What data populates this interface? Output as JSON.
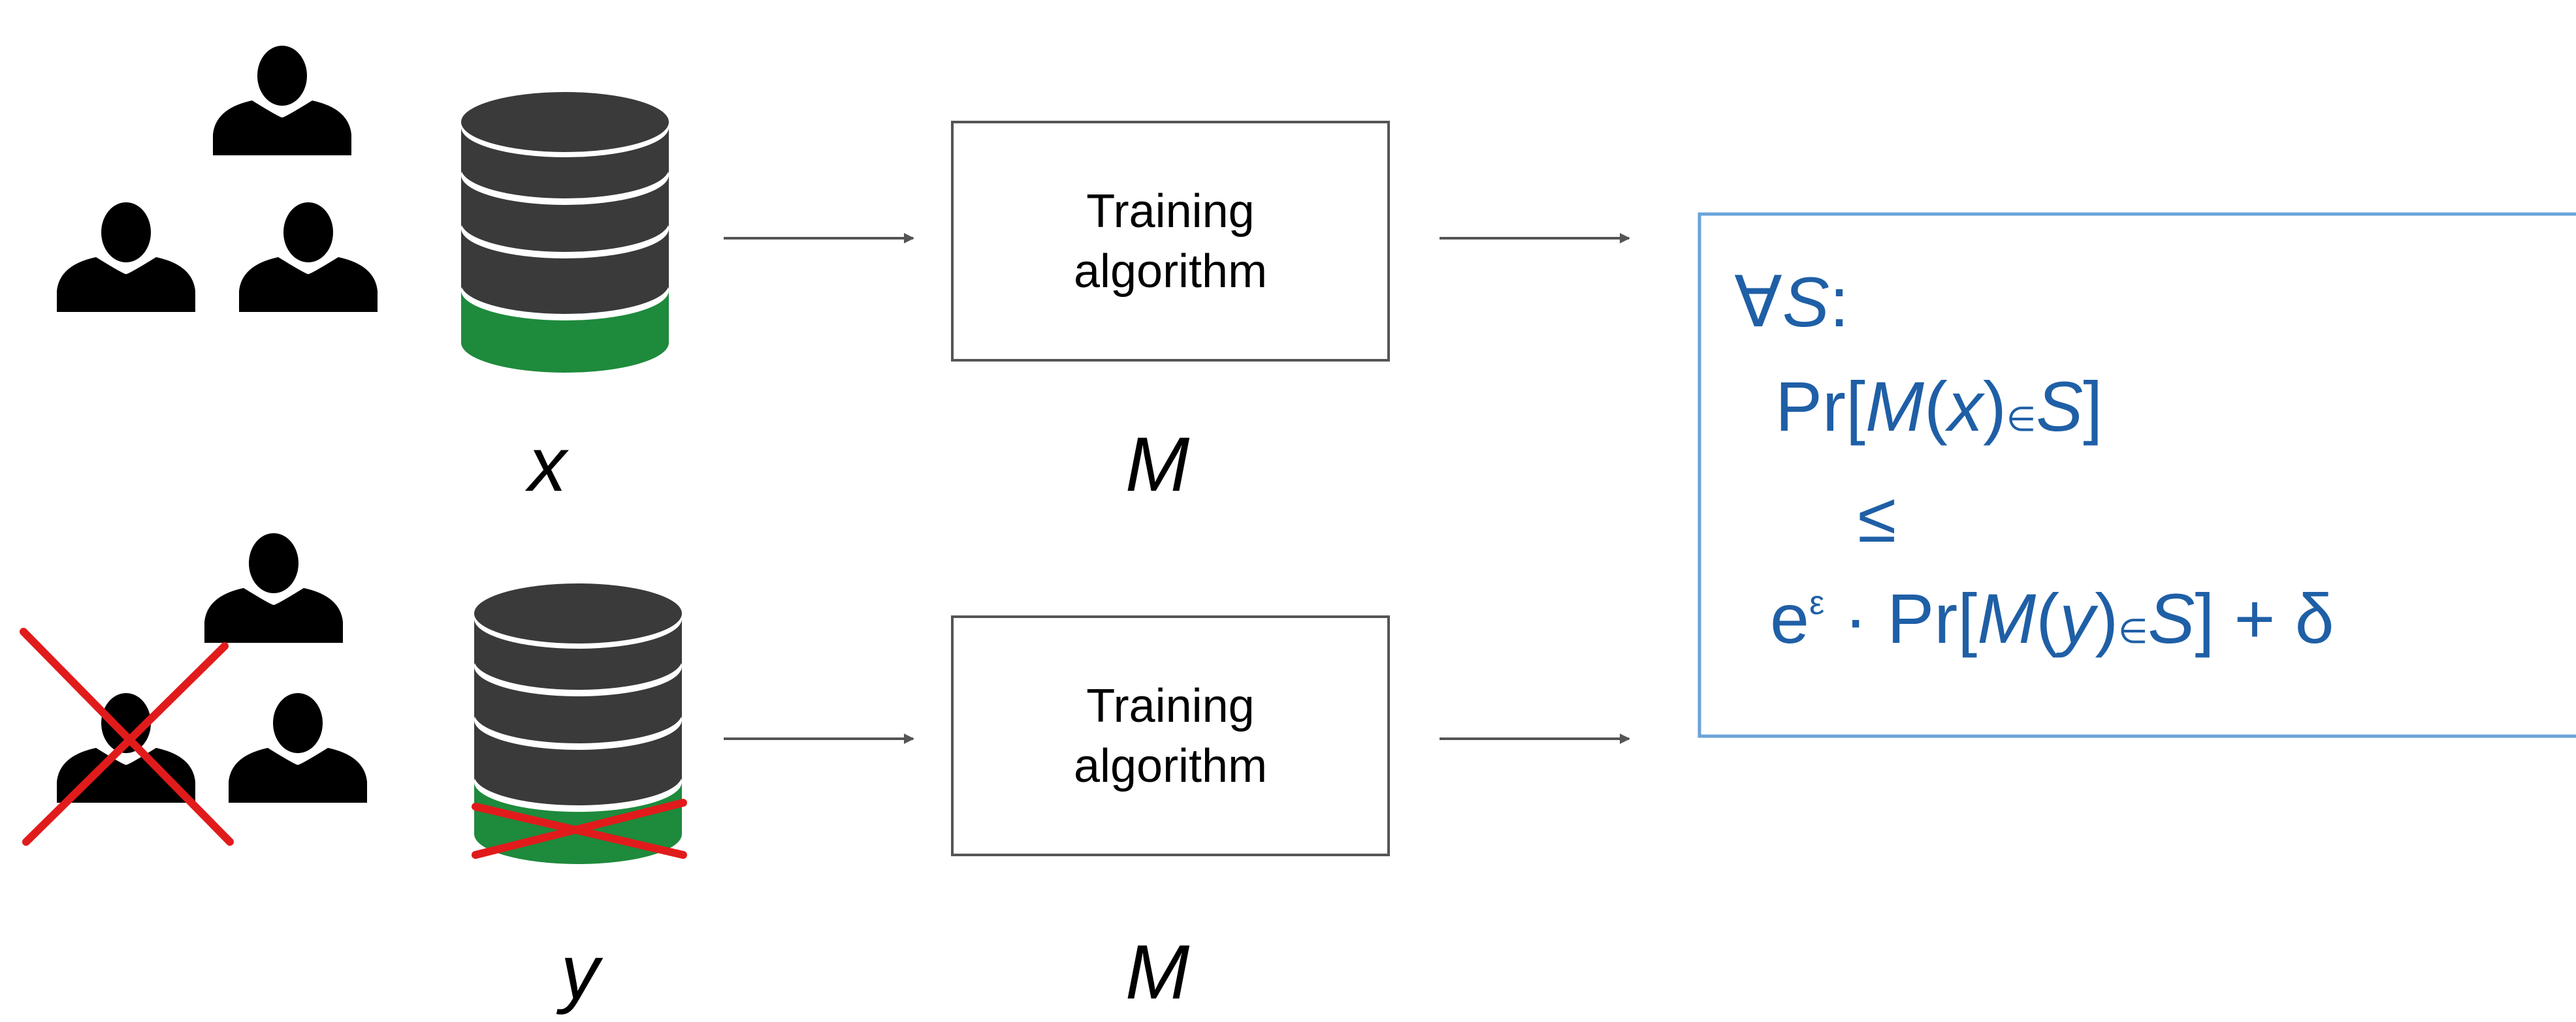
{
  "top_row": {
    "dataset_label": "x",
    "box_line1": "Training",
    "box_line2": "algorithm",
    "mechanism_label": "M",
    "dataset_removed": false
  },
  "bottom_row": {
    "dataset_label": "y",
    "box_line1": "Training",
    "box_line2": "algorithm",
    "mechanism_label": "M",
    "dataset_removed": true
  },
  "formula": {
    "line1_forall": "∀",
    "line1_set": "S",
    "line1_colon": ":",
    "line2_pr": "Pr[",
    "line2_m": "M",
    "line2_open": "(",
    "line2_x": "x",
    "line2_close": ")",
    "line2_in": "∈",
    "line2_s": "S",
    "line2_end": "]",
    "line3_leq": "≤",
    "line4_e": "e",
    "line4_eps": "ε",
    "line4_dot": "·",
    "line4_pr": "Pr[",
    "line4_m": "M",
    "line4_open": "(",
    "line4_y": "y",
    "line4_close": ")",
    "line4_in": "∈",
    "line4_s": "S",
    "line4_end": "] + δ"
  },
  "colors": {
    "database_body": "#3a3a3a",
    "database_highlight": "#1e8a3c",
    "strike": "#e11b1b",
    "formula_text": "#1f5fa6",
    "formula_border": "#6aa3d9",
    "arrow": "#555555",
    "people": "#000000"
  }
}
